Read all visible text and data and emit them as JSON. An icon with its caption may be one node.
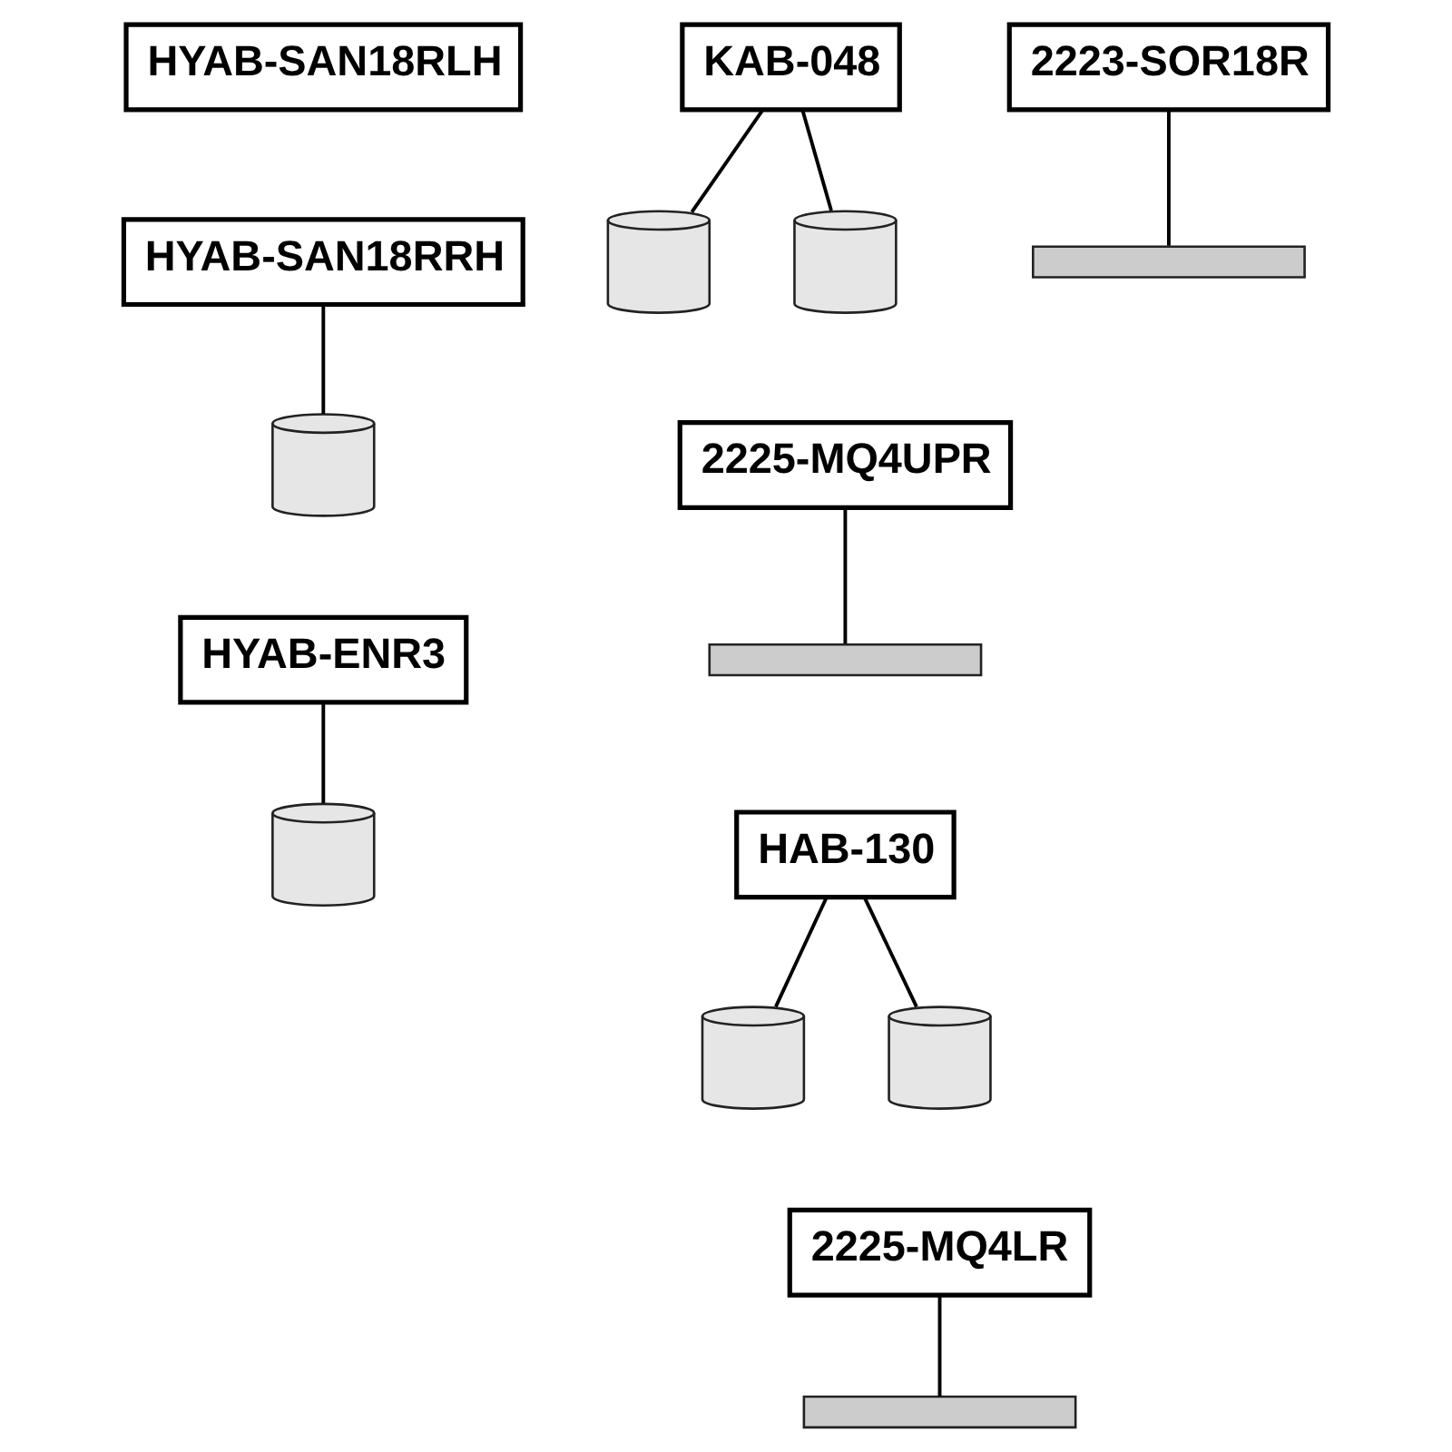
{
  "diagram": {
    "nodes": [
      {
        "text": [
          "HYAB-SAN18RLH"
        ]
      },
      {
        "text": [
          "HYAB-SAN18RRH"
        ]
      },
      {
        "text": [],
        "shape": "cylinder"
      },
      {
        "text": [
          "KAB-048"
        ]
      },
      {
        "text": [],
        "shape": "cylinder"
      },
      {
        "text": [],
        "shape": "cylinder"
      },
      {
        "text": [
          "2225-MQ4UPR"
        ]
      },
      {
        "text": [],
        "shape": "bar"
      },
      {
        "text": [
          "2223-SOR18R"
        ]
      },
      {
        "text": [],
        "shape": "bar"
      },
      {
        "text": [
          "HAB-130"
        ]
      },
      {
        "text": [],
        "shape": "cylinder"
      },
      {
        "text": [],
        "shape": "cylinder"
      },
      {
        "text": [
          "HYAB-ENR3"
        ]
      },
      {
        "text": [],
        "shape": "cylinder"
      },
      {
        "text": [
          "2225-MQ4LR"
        ]
      },
      {
        "text": [],
        "shape": "bar"
      }
    ],
    "edges": [
      {
        "from": 1,
        "to": 2,
        "arrow": "none"
      },
      {
        "from": 3,
        "to": 4,
        "arrow": "none"
      },
      {
        "from": 3,
        "to": 5,
        "arrow": "none"
      },
      {
        "from": 6,
        "to": 7,
        "arrow": "none"
      },
      {
        "from": 8,
        "to": 9,
        "arrow": "none"
      },
      {
        "from": 10,
        "to": 11,
        "arrow": "none"
      },
      {
        "from": 10,
        "to": 12,
        "arrow": "none"
      },
      {
        "from": 13,
        "to": 14,
        "arrow": "none"
      },
      {
        "from": 15,
        "to": 16,
        "arrow": "none"
      }
    ]
  }
}
